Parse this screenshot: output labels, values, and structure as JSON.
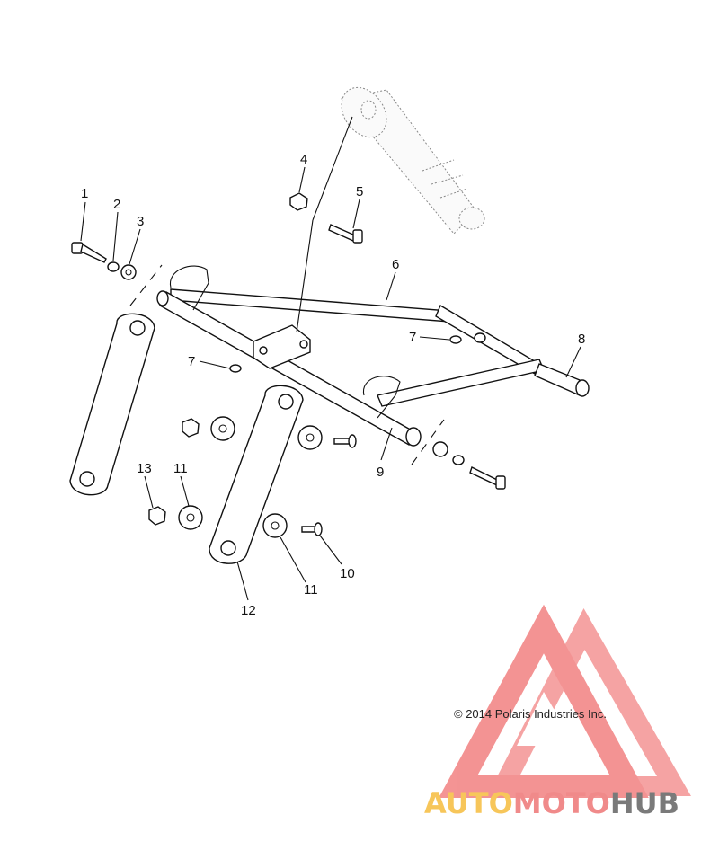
{
  "callouts": [
    "1",
    "2",
    "3",
    "4",
    "5",
    "6",
    "7",
    "7",
    "8",
    "9",
    "10",
    "11",
    "11",
    "12",
    "13"
  ],
  "copyright": "© 2014 Polaris Industries Inc.",
  "watermark": {
    "part1": "AUTO",
    "part2": "MOTO",
    "part3": "HUB",
    "colors": {
      "auto": "#f7c65a",
      "moto": "#f08a8a",
      "hub": "#7a7a7a",
      "triangle": "#f07070"
    }
  }
}
